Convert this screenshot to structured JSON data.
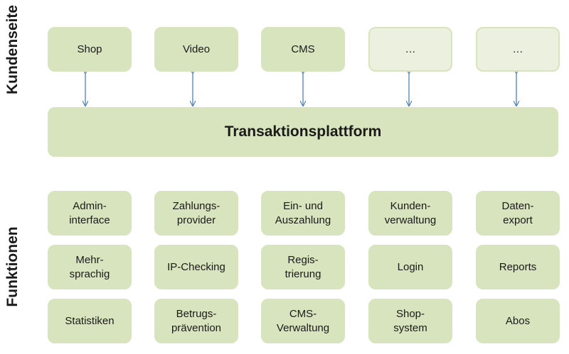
{
  "labels": {
    "top": "Kundenseite",
    "bottom": "Funktionen"
  },
  "platform": "Transaktionsplattform",
  "top_boxes": [
    {
      "label": "Shop"
    },
    {
      "label": "Video"
    },
    {
      "label": "CMS"
    },
    {
      "label": "…"
    },
    {
      "label": "…"
    }
  ],
  "functions": [
    [
      "Admin-\ninterface",
      "Zahlungs-\nprovider",
      "Ein- und\nAuszahlung",
      "Kunden-\nverwaltung",
      "Daten-\nexport"
    ],
    [
      "Mehr-\nsprachig",
      "IP-Checking",
      "Regis-\ntrierung",
      "Login",
      "Reports"
    ],
    [
      "Statistiken",
      "Betrugs-\nprävention",
      "CMS-\nVerwaltung",
      "Shop-\nsystem",
      "Abos"
    ]
  ],
  "colors": {
    "box_fill": "#d7e4bd",
    "ghost_fill": "#ebf1de",
    "arrow": "#4f81bd"
  }
}
